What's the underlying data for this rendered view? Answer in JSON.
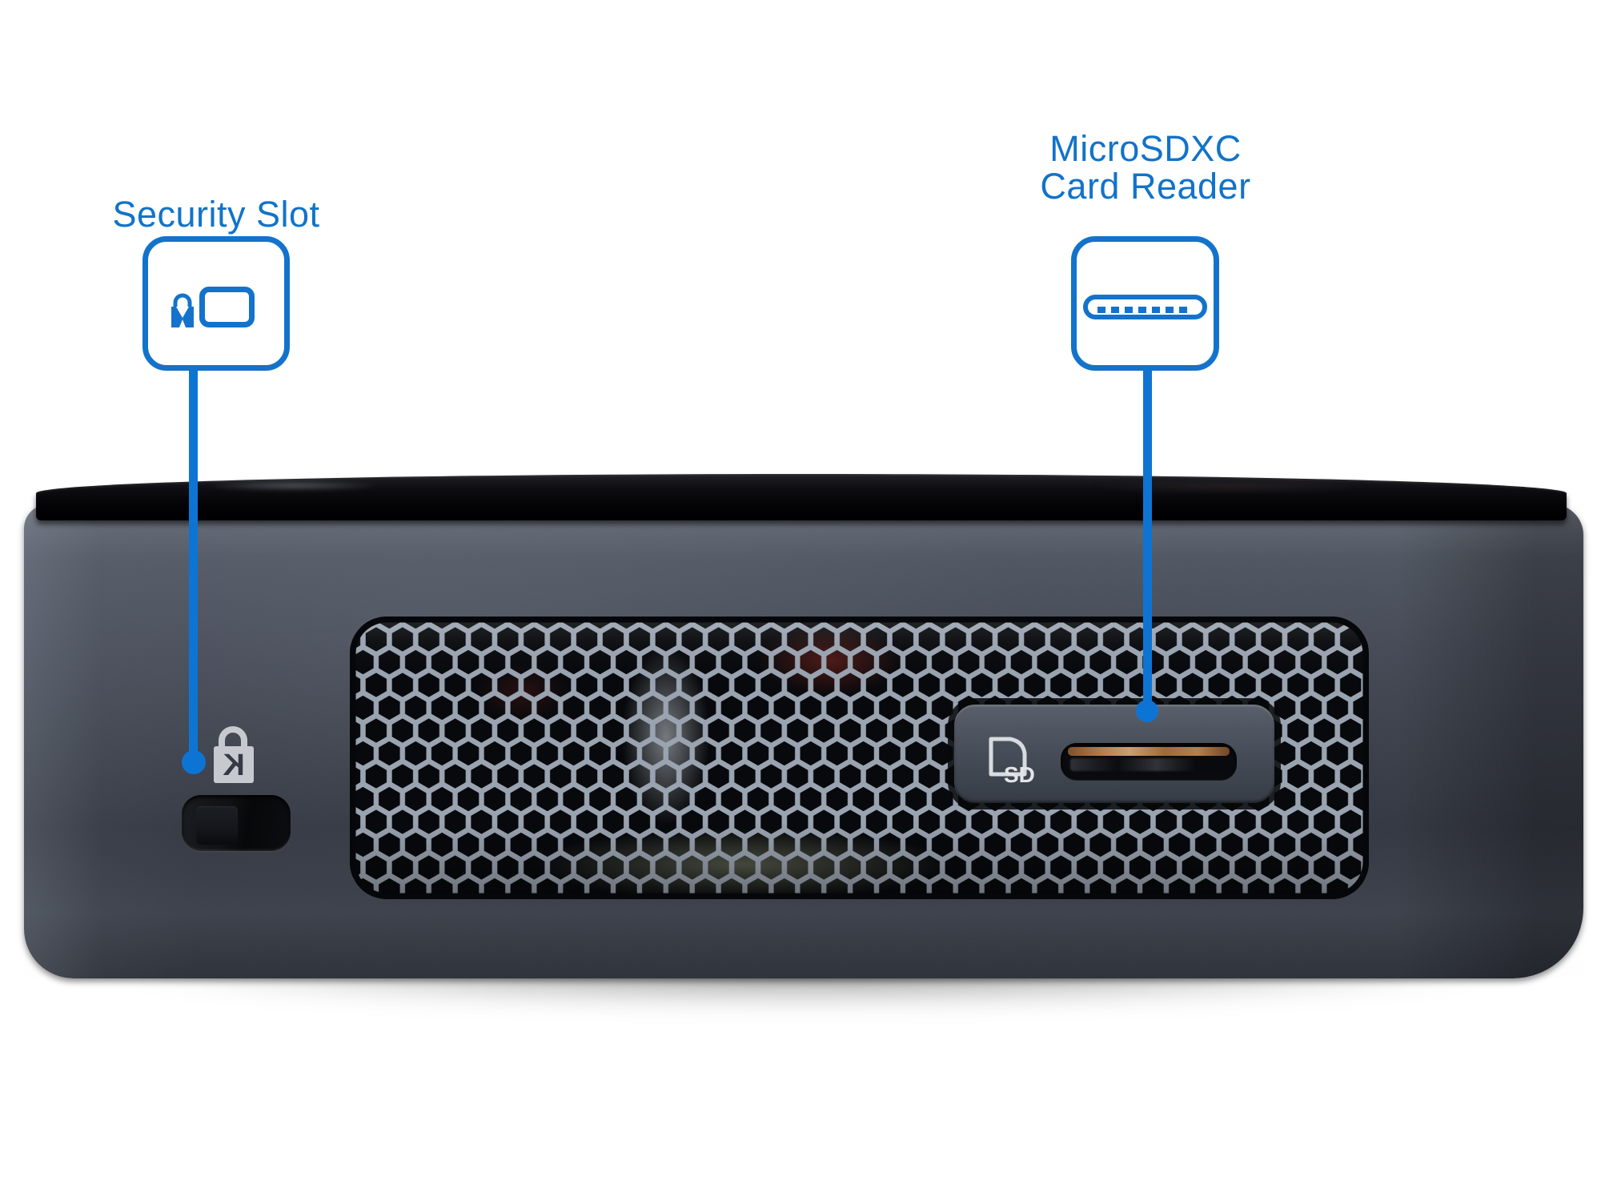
{
  "figure": {
    "type": "annotated-hardware-photo",
    "subject": "Mini PC front panel (side view) with honeycomb vent grille",
    "background_color": "#ffffff"
  },
  "style": {
    "accent_blue": "#1373cc",
    "leader_blue": "#0e74d4",
    "chassis_gray_dark": "#383d47",
    "chassis_gray_light": "#5d636e",
    "gloss_black": "#050507",
    "mesh_gray": "#9aa3b0",
    "copper": "#b97f4c"
  },
  "callouts": [
    {
      "id": "security-slot",
      "label": "Security Slot",
      "icon": "kensington-lock-and-slot",
      "points_to": "kensington-security-slot"
    },
    {
      "id": "microsdxc-card-reader",
      "label_line1": "MicroSDXC",
      "label_line2": "Card Reader",
      "icon": "card-slot-with-contacts",
      "points_to": "microsd-card-slot"
    }
  ],
  "device": {
    "features": [
      "gloss-black-top-edge",
      "honeycomb-vent-grille",
      "kensington-lock-glyph",
      "kensington-security-slot",
      "sd-card-recess",
      "microsd-card-slot"
    ],
    "kensington_glyph_letter": "K",
    "sd_logo_text": "SD"
  }
}
